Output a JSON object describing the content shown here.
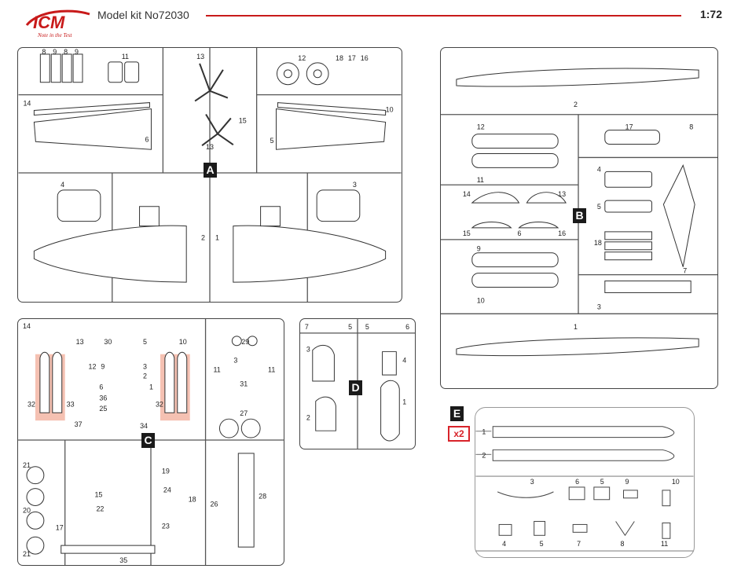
{
  "header": {
    "brand": "ICM",
    "tagline": "Note in the Test",
    "title": "Model kit No72030",
    "scale": "1:72"
  },
  "colors": {
    "accent_red": "#c81a1a",
    "highlight": "#f3b6a4",
    "outline": "#333333"
  },
  "sprues": {
    "A": {
      "letter": "A",
      "part_numbers": [
        "8",
        "9",
        "8",
        "9",
        "11",
        "13",
        "12",
        "18",
        "17",
        "16",
        "14",
        "6",
        "13",
        "15",
        "10",
        "5",
        "4",
        "2",
        "1",
        "3"
      ]
    },
    "B": {
      "letter": "B",
      "part_numbers": [
        "2",
        "12",
        "11",
        "17",
        "8",
        "4",
        "14",
        "13",
        "15",
        "6",
        "16",
        "5",
        "9",
        "10",
        "18",
        "7",
        "3",
        "1"
      ]
    },
    "C": {
      "letter": "C",
      "part_numbers": [
        "14",
        "13",
        "30",
        "5",
        "10",
        "29",
        "12",
        "9",
        "3",
        "2",
        "11",
        "3",
        "11",
        "32",
        "33",
        "6",
        "36",
        "25",
        "37",
        "32",
        "1",
        "31",
        "27",
        "34",
        "21",
        "20",
        "21",
        "19",
        "24",
        "18",
        "26",
        "28",
        "15",
        "22",
        "23",
        "17",
        "35"
      ]
    },
    "D": {
      "letter": "D",
      "part_numbers": [
        "7",
        "5",
        "5",
        "6",
        "3",
        "4",
        "2",
        "1"
      ]
    },
    "E": {
      "letter": "E",
      "multiplier": "x2",
      "part_numbers": [
        "1",
        "2",
        "3",
        "6",
        "5",
        "9",
        "10",
        "4",
        "5",
        "7",
        "8",
        "11"
      ]
    }
  }
}
